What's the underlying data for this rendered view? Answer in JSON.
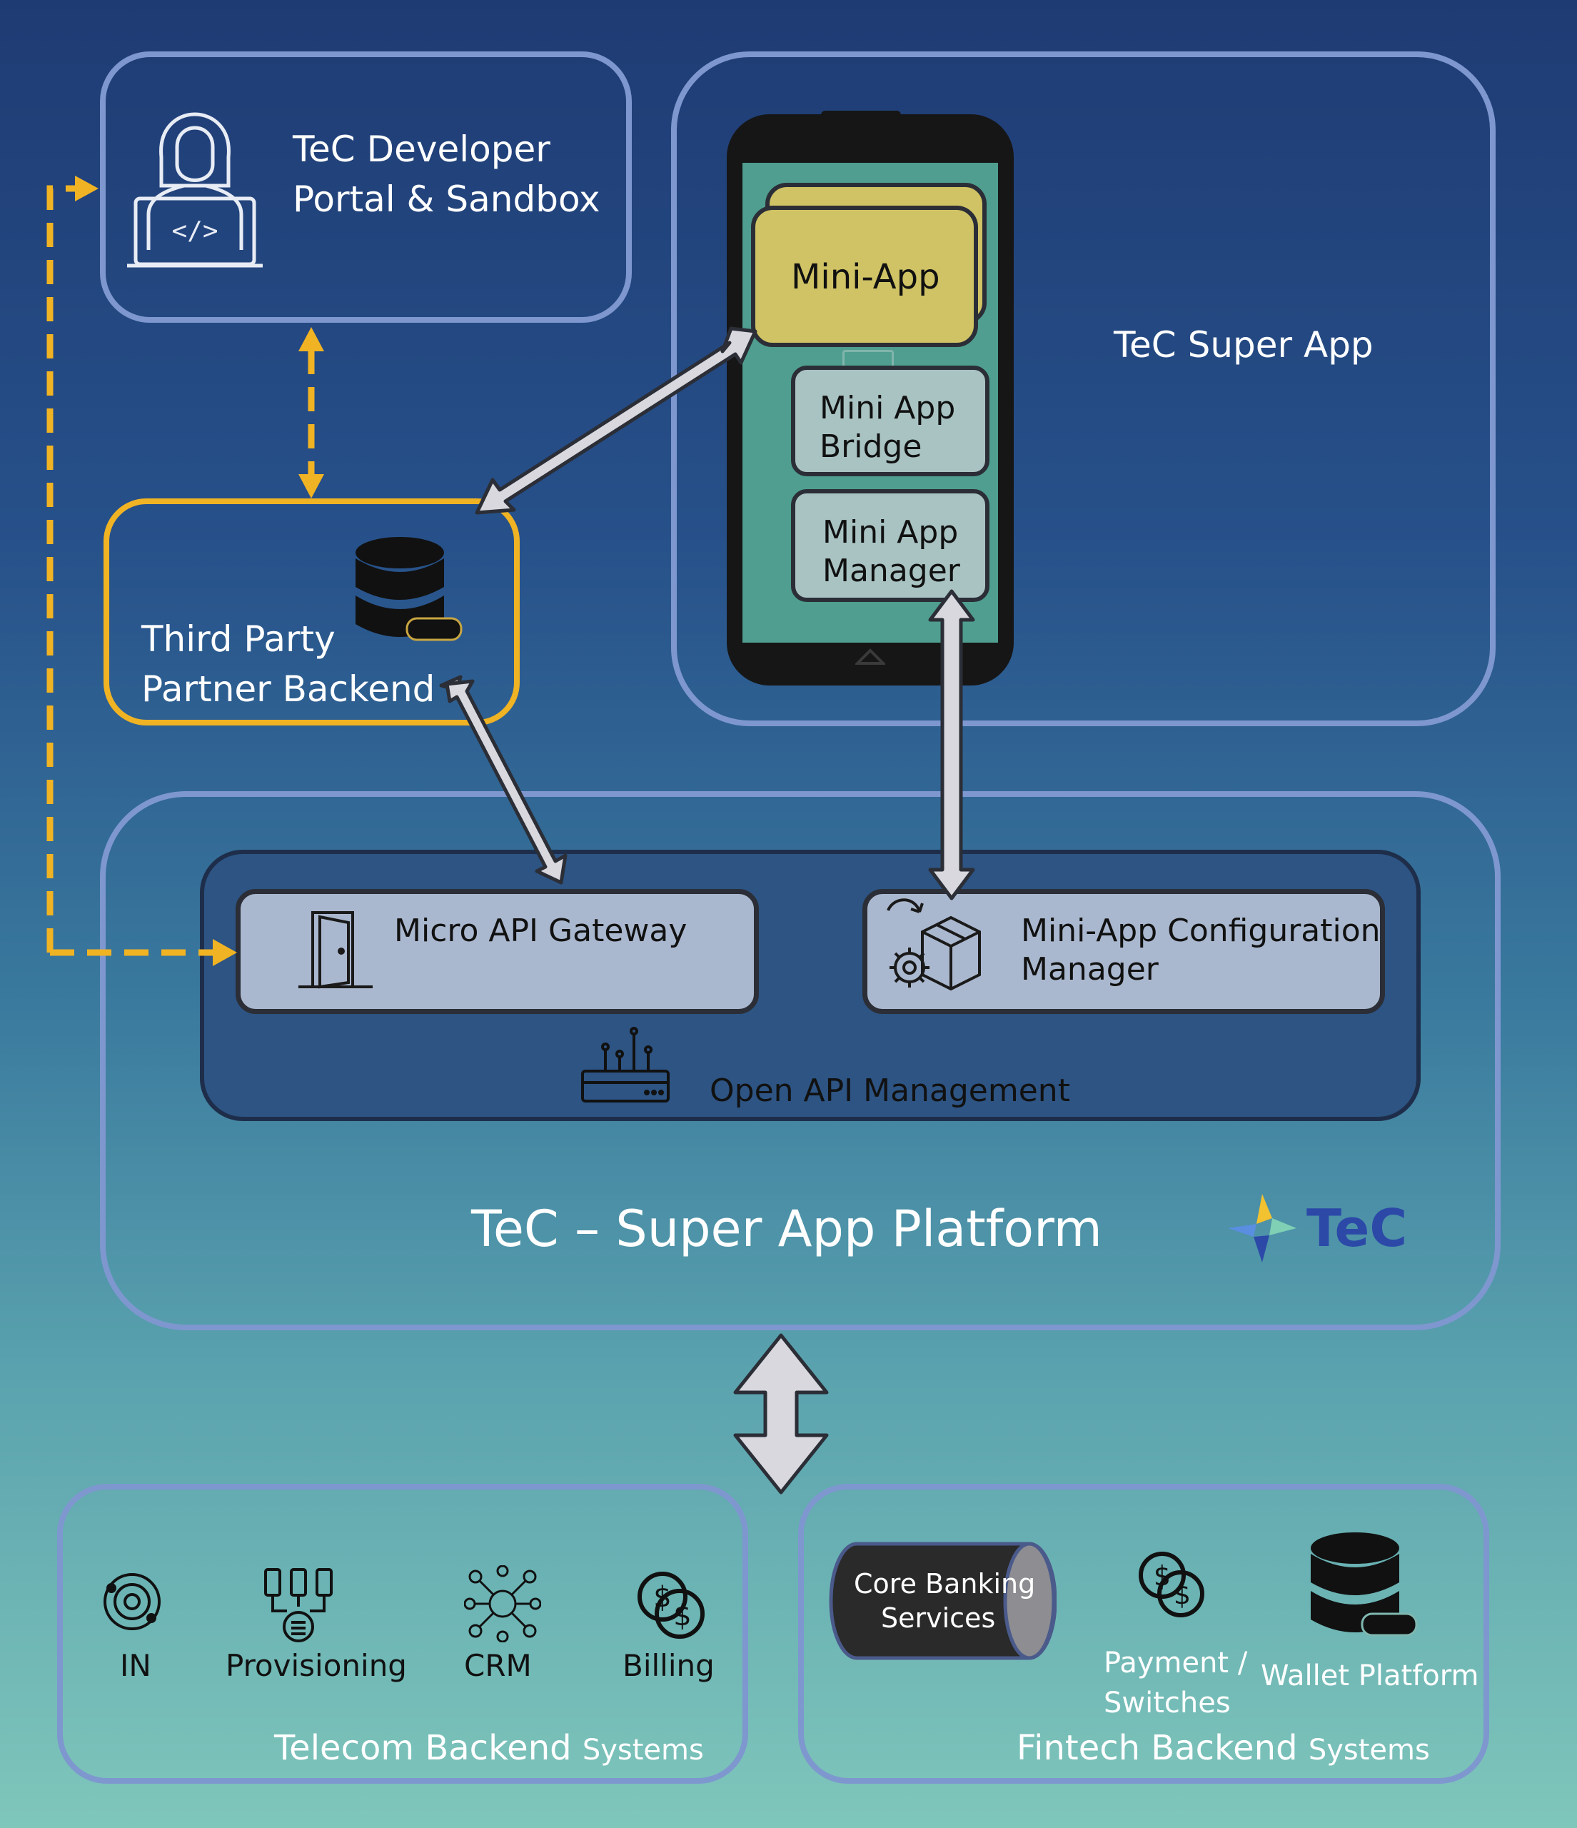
{
  "developer_portal": {
    "line1": "TeC Developer",
    "line2": "Portal & Sandbox"
  },
  "super_app": {
    "label": "TeC Super App",
    "mini_app": "Mini-App",
    "bridge": {
      "line1": "Mini App",
      "line2": "Bridge"
    },
    "manager": {
      "line1": "Mini App",
      "line2": "Manager"
    }
  },
  "third_party": {
    "line1": "Third Party",
    "line2": "Partner Backend"
  },
  "platform": {
    "title": "TeC – Super App Platform",
    "logo_text": "TeC",
    "micro_gateway": "Micro API Gateway",
    "config_manager": {
      "line1": "Mini-App Configuration",
      "line2": "Manager"
    },
    "open_api": "Open API Management"
  },
  "telecom": {
    "title_main": "Telecom Backend",
    "title_suffix": "Systems",
    "items": [
      "IN",
      "Provisioning",
      "CRM",
      "Billing"
    ]
  },
  "fintech": {
    "title_main": "Fintech Backend",
    "title_suffix": "Systems",
    "core_banking": {
      "line1": "Core Banking",
      "line2": "Services"
    },
    "payment": {
      "line1": "Payment /",
      "line2": "Switches"
    },
    "wallet": "Wallet Platform"
  },
  "colors": {
    "frame": "#7e97cf",
    "accent_yellow": "#f0b323",
    "arrow_fill": "#d8d8de",
    "mini_app_fill": "#cfc365"
  }
}
